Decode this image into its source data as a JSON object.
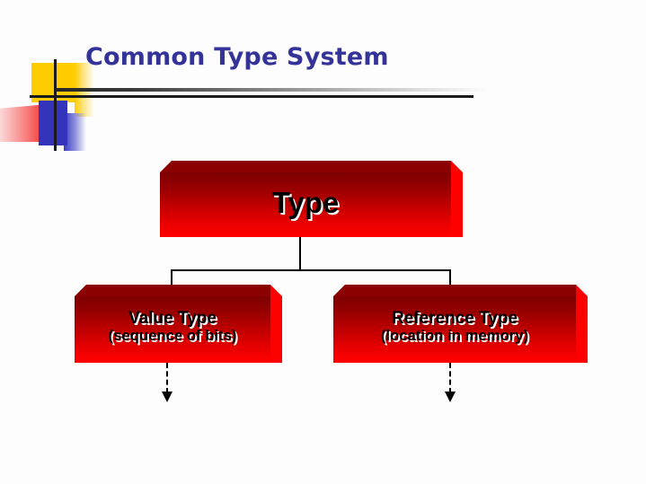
{
  "slide": {
    "title": "Common Type System",
    "title_color": "#333399",
    "background_color": "#fdfdfd"
  },
  "decoration": {
    "name": "powerpoint-template-blocks",
    "yellow": "#ffcc00",
    "blue": "#3333bb",
    "red": "#f22222",
    "rule_color_start": "#262626",
    "rule_color_end": "#fbfbfb"
  },
  "diagram": {
    "type": "hierarchy",
    "box_fill_top": "#8b0000",
    "box_fill_bottom": "#ff0000",
    "box_top_face": "#8b0000",
    "box_side_face": "#ff0000",
    "text_color": "#000000",
    "text_shadow_color": "#ffffff",
    "root": {
      "label": "Type"
    },
    "children": [
      {
        "label": "Value Type",
        "sublabel": "(sequence of bits)"
      },
      {
        "label": "Reference Type",
        "sublabel": "(location in memory)"
      }
    ],
    "connectors": {
      "style": "solid-elbow",
      "color": "#000000"
    },
    "outgoing_arrows": {
      "count": 2,
      "style": "dashed",
      "direction": "down",
      "color": "#000000"
    }
  }
}
